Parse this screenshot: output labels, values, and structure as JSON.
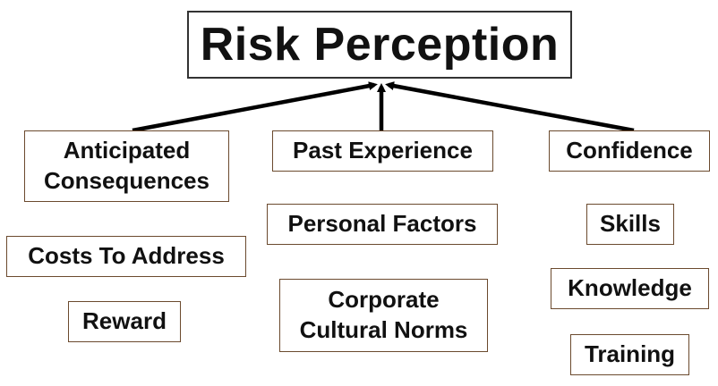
{
  "title": "Risk Perception",
  "categories": [
    {
      "id": "anticipated",
      "lines": [
        "Anticipated",
        "Consequences"
      ]
    },
    {
      "id": "past",
      "lines": [
        "Past Experience"
      ]
    },
    {
      "id": "confidence",
      "lines": [
        "Confidence"
      ]
    }
  ],
  "factors": {
    "costs": "Costs To Address",
    "reward": "Reward",
    "personal": "Personal Factors",
    "corporate": [
      "Corporate",
      "Cultural Norms"
    ],
    "skills": "Skills",
    "knowledge": "Knowledge",
    "training": "Training"
  },
  "colors": {
    "box_border": "#6b4a2e",
    "arrow": "#000000",
    "text": "#111111"
  }
}
